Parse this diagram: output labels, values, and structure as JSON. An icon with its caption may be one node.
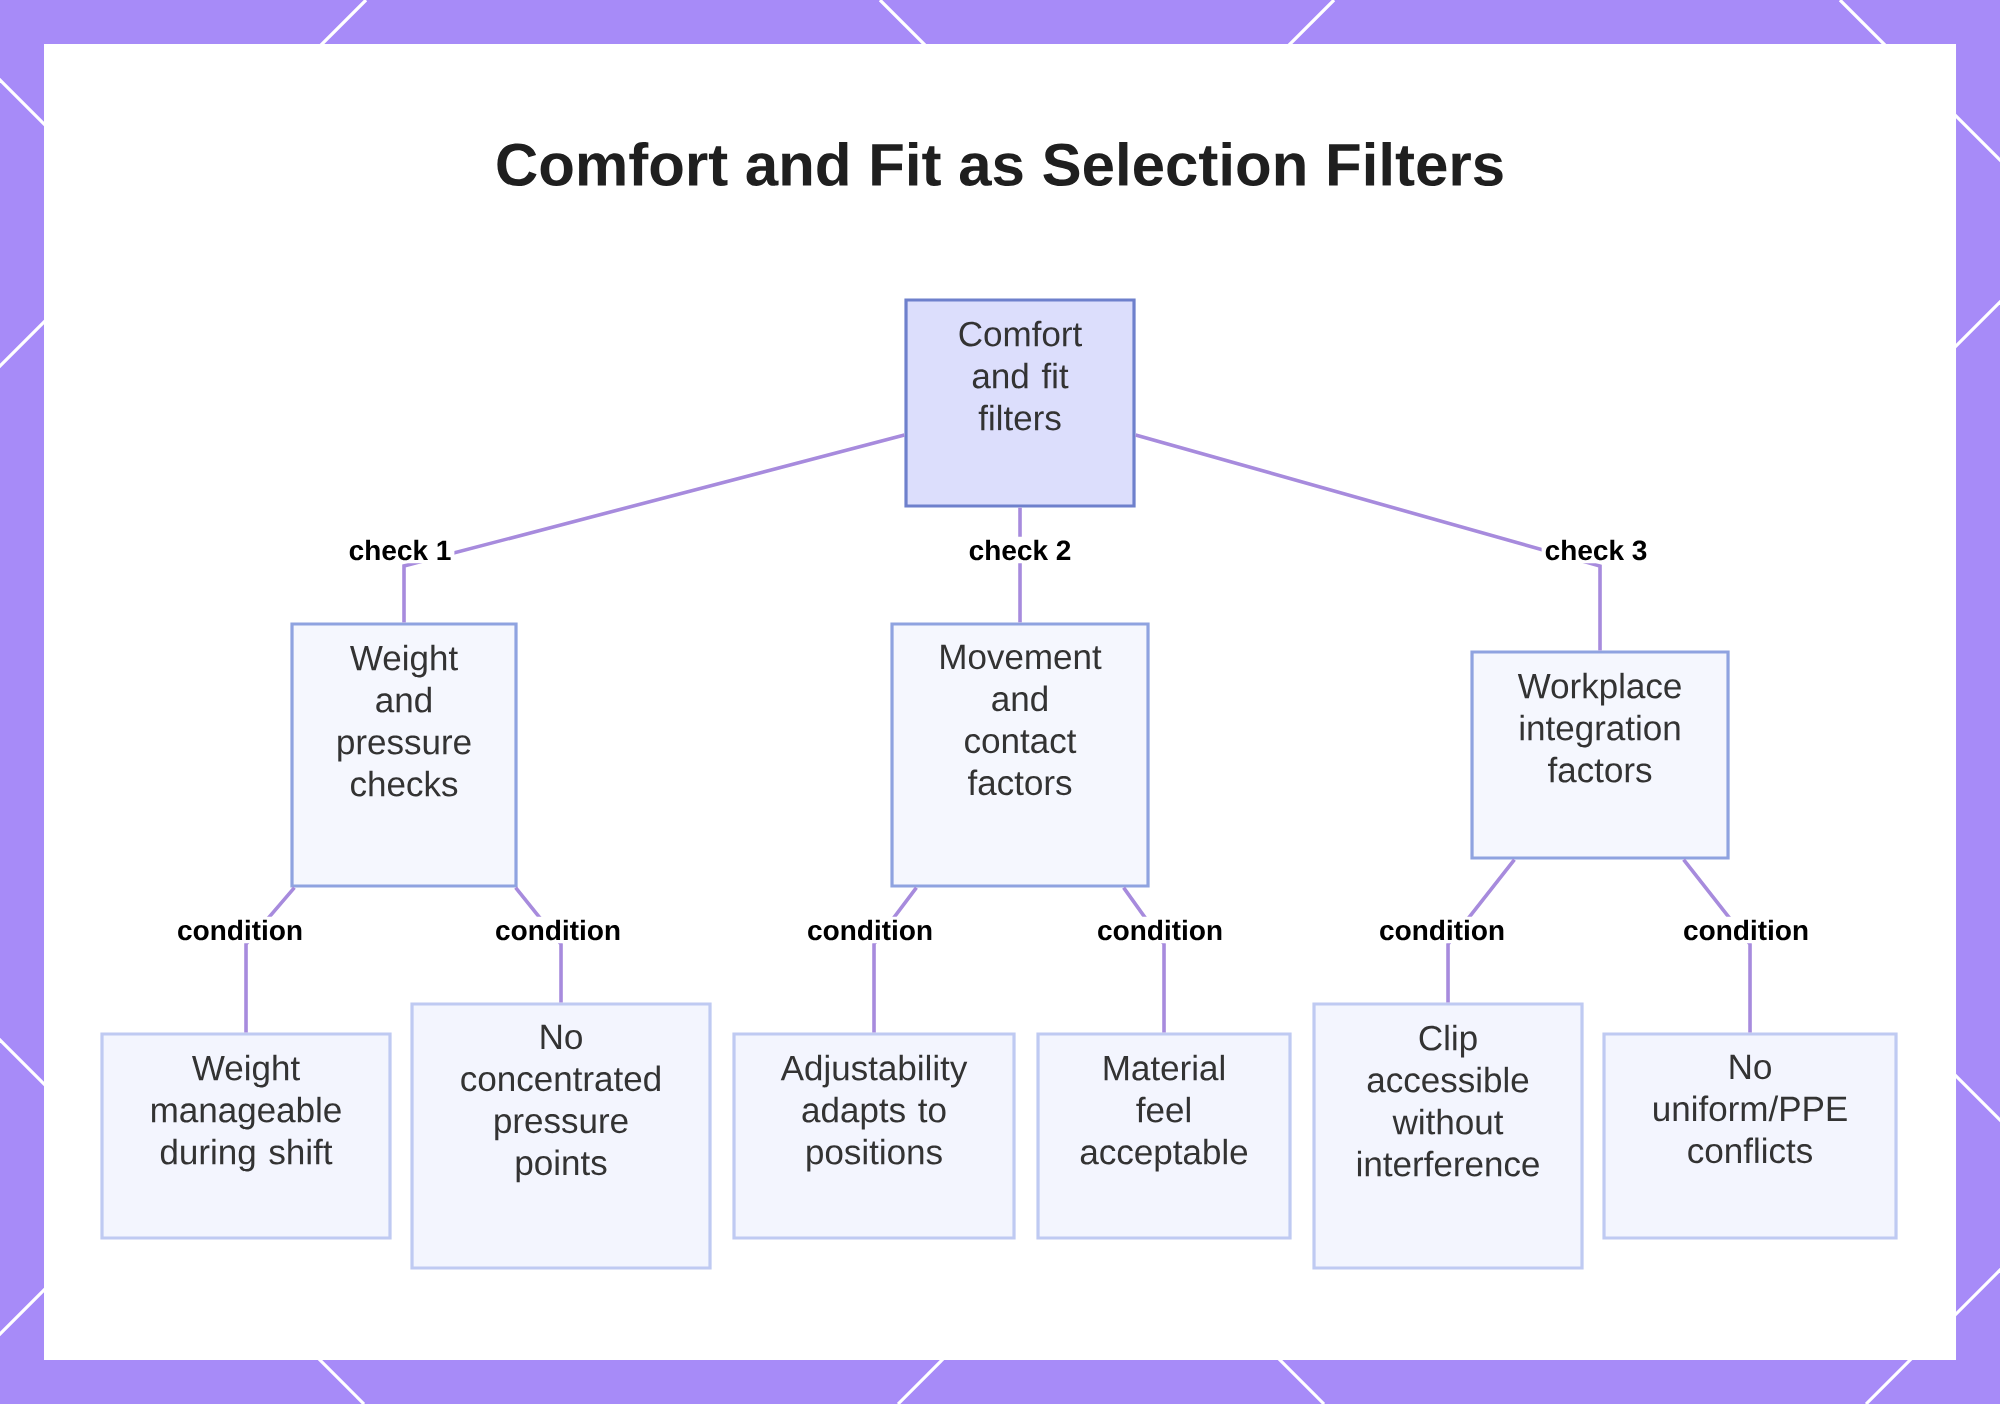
{
  "diagram": {
    "title": "Comfort and Fit as Selection Filters",
    "nodes": [
      {
        "text": [
          "Comfort and fit filters"
        ]
      },
      {
        "text": [
          "Weight and pressure checks"
        ]
      },
      {
        "text": [
          "Movement and contact factors"
        ]
      },
      {
        "text": [
          "Workplace integration factors"
        ]
      },
      {
        "text": [
          "Weight manageable during shift"
        ]
      },
      {
        "text": [
          "No concentrated pressure points"
        ]
      },
      {
        "text": [
          "Adjustability adapts to positions"
        ]
      },
      {
        "text": [
          "Material feel acceptable"
        ]
      },
      {
        "text": [
          "Clip accessible without interference"
        ]
      },
      {
        "text": [
          "No uniform/PPE conflicts"
        ]
      }
    ],
    "edges": [
      {
        "from": 0,
        "to": 1,
        "arrow": "none",
        "label": "check 1"
      },
      {
        "from": 0,
        "to": 2,
        "arrow": "none",
        "label": "check 2"
      },
      {
        "from": 0,
        "to": 3,
        "arrow": "none",
        "label": "check 3"
      },
      {
        "from": 1,
        "to": 4,
        "arrow": "none",
        "label": "condition"
      },
      {
        "from": 1,
        "to": 5,
        "arrow": "none",
        "label": "condition"
      },
      {
        "from": 2,
        "to": 6,
        "arrow": "none",
        "label": "condition"
      },
      {
        "from": 2,
        "to": 7,
        "arrow": "none",
        "label": "condition"
      },
      {
        "from": 3,
        "to": 8,
        "arrow": "none",
        "label": "condition"
      },
      {
        "from": 3,
        "to": 9,
        "arrow": "none",
        "label": "condition"
      }
    ]
  }
}
